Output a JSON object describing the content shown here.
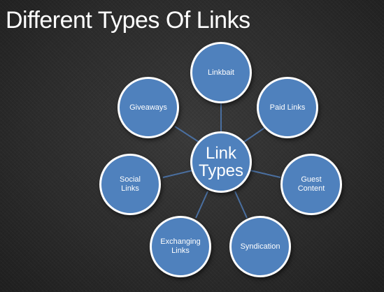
{
  "slide": {
    "title": "Different Types Of Links"
  },
  "diagram": {
    "center": {
      "label": "Link\nTypes"
    },
    "nodes": [
      {
        "id": "linkbait",
        "label": "Linkbait"
      },
      {
        "id": "paid-links",
        "label": "Paid Links"
      },
      {
        "id": "guest-content",
        "label": "Guest\nContent"
      },
      {
        "id": "syndication",
        "label": "Syndication"
      },
      {
        "id": "exchanging-links",
        "label": "Exchanging\nLinks"
      },
      {
        "id": "social-links",
        "label": "Social\nLinks"
      },
      {
        "id": "giveaways",
        "label": "Giveaways"
      }
    ]
  },
  "colors": {
    "node_fill": "#4f81bd",
    "node_border": "#ffffff",
    "connector": "#4a6fa0"
  }
}
